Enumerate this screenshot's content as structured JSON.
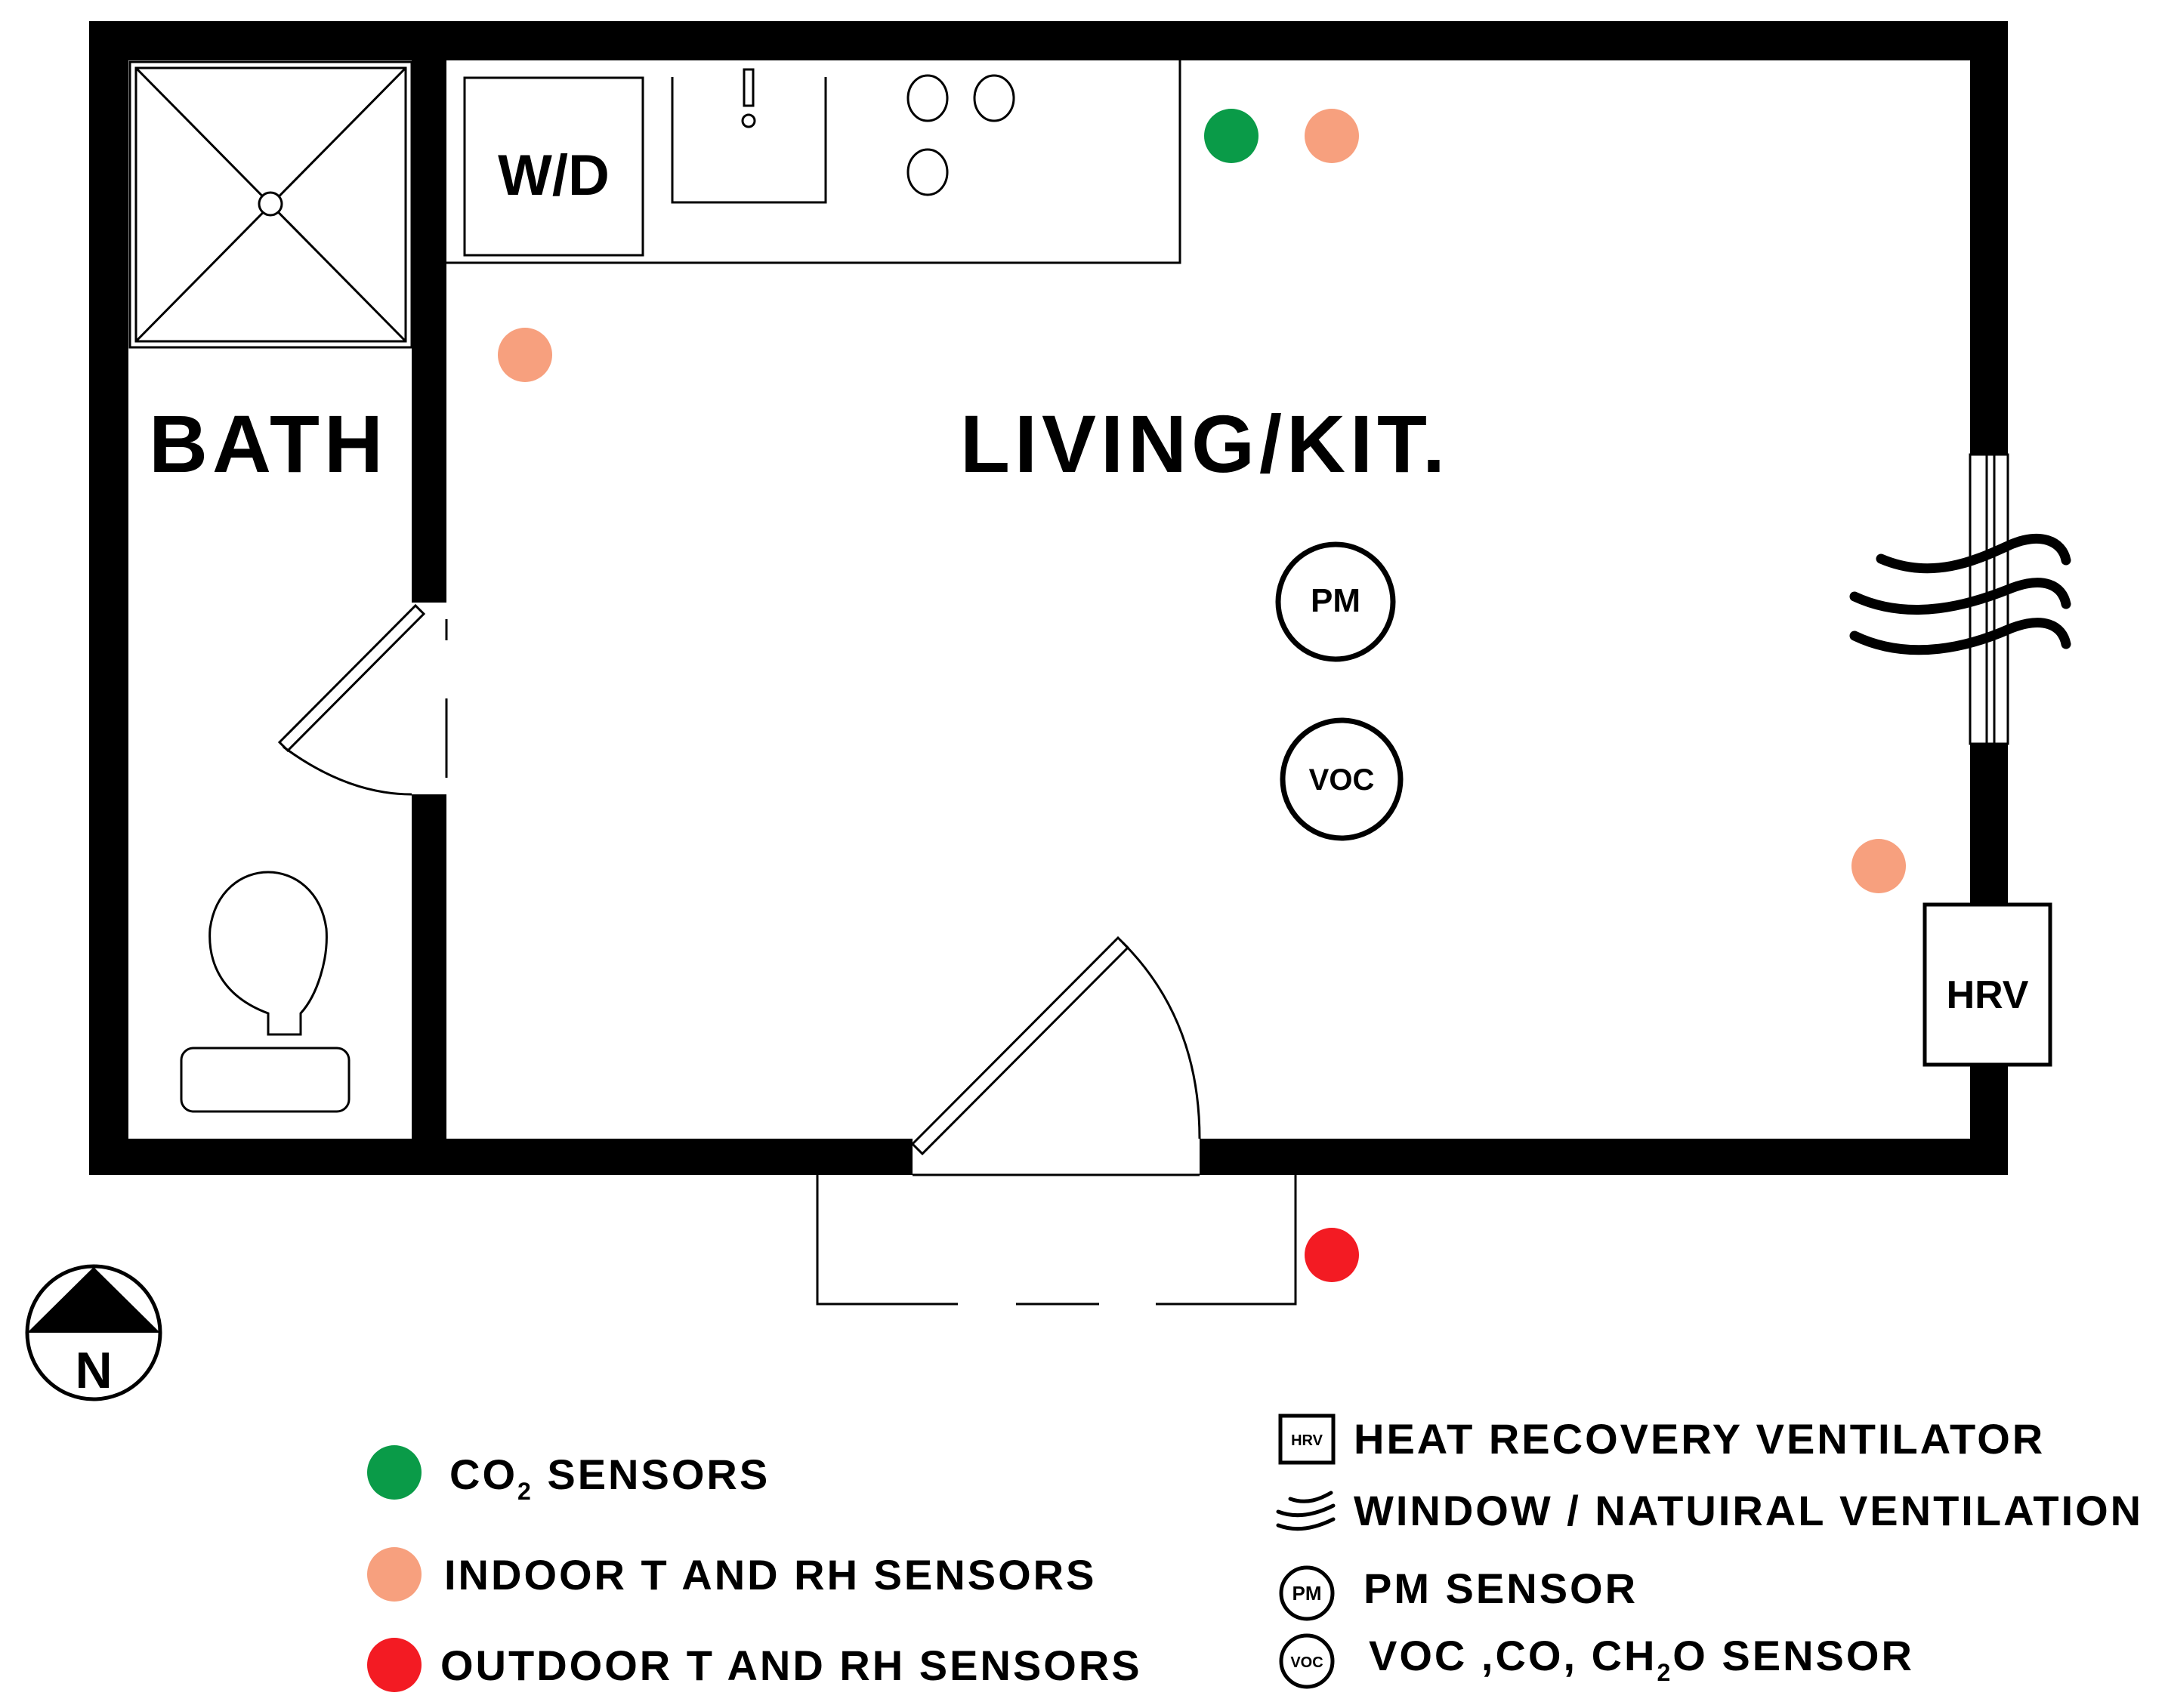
{
  "rooms": {
    "bath": "BATH",
    "living": "LIVING/KIT.",
    "washer_dryer": "W/D"
  },
  "equipment": {
    "hrv": "HRV",
    "pm": "PM",
    "voc": "VOC"
  },
  "compass": {
    "north": "N"
  },
  "legend": {
    "co2_prefix": "CO",
    "co2_sub": "2",
    "co2_suffix": " SENSORS",
    "indoor": "INDOOR T AND RH SENSORS",
    "outdoor": "OUTDOOR T AND RH SENSORS",
    "hrv_icon_text": "HRV",
    "hrv": "HEAT RECOVERY VENTILATOR",
    "window": "WINDOW / NATUIRAL VENTILATION",
    "pm_icon_text": "PM",
    "pm": "PM SENSOR",
    "voc_icon_text": "VOC",
    "voc_prefix": "VOC ,CO, CH",
    "voc_sub": "2",
    "voc_suffix": "O SENSOR"
  },
  "colors": {
    "co2": "#0a9b48",
    "indoor": "#f7a07e",
    "outdoor": "#f31b23",
    "wall": "#000000"
  }
}
